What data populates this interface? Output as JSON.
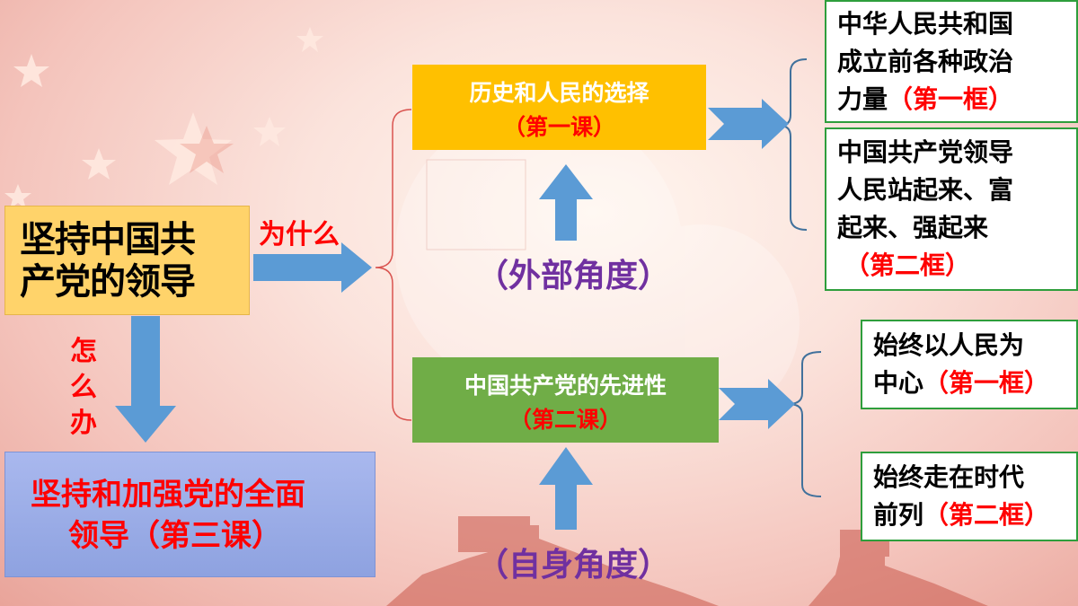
{
  "colors": {
    "yellow": "#ffc000",
    "green": "#70ad47",
    "arrow_blue": "#5b9bd5",
    "bracket_blue": "#41719c",
    "red": "#ff0000",
    "purple": "#7030a0",
    "box_border_green": "#2e9e3c"
  },
  "main_topic": {
    "lines": [
      "坚持中国共",
      "产党的领导"
    ]
  },
  "why_label": "为什么",
  "how_label": {
    "chars": [
      "怎",
      "么",
      "办"
    ]
  },
  "how_box": {
    "line1": "坚持和加强党的全面",
    "line2": "领导（第三课）"
  },
  "lesson1": {
    "title": "历史和人民的选择",
    "sub": "（第一课）"
  },
  "lesson2": {
    "title": "中国共产党的先进性",
    "sub": "（第二课）"
  },
  "external_angle": "（外部角度）",
  "self_angle": "（自身角度）",
  "frames": {
    "f1": {
      "lines": [
        "中华人民共和国",
        "成立前各种政治",
        "力量"
      ],
      "tag": "（第一框）"
    },
    "f2": {
      "lines": [
        "中国共产党领导",
        "人民站起来、富",
        "起来、强起来"
      ],
      "tag": "（第二框）"
    },
    "f3": {
      "lines": [
        "始终以人民为",
        "中心"
      ],
      "tag": "（第一框）"
    },
    "f4": {
      "lines": [
        "始终走在时代",
        "前列"
      ],
      "tag": "（第二框）"
    }
  },
  "icons": [
    "right-arrow-icon",
    "down-arrow-icon",
    "up-arrow-icon",
    "bracket-icon",
    "star-icon"
  ]
}
